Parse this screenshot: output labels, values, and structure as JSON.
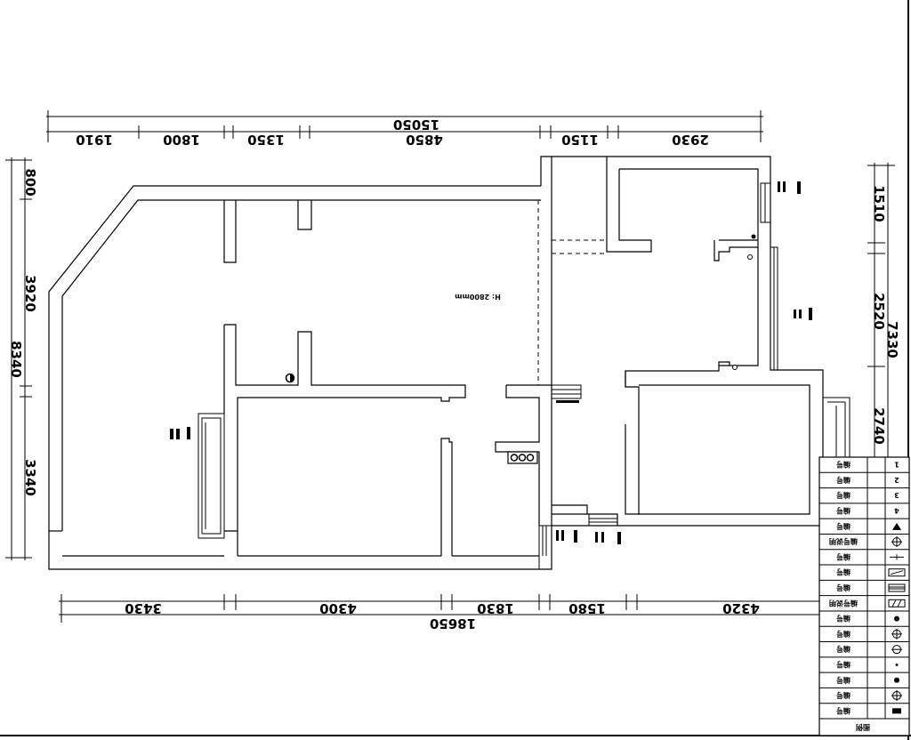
{
  "dimensions": {
    "top_total": "15050",
    "top_segments": [
      "1910",
      "1800",
      "1350",
      "4850",
      "1150",
      "2930"
    ],
    "bottom_total": "18650",
    "bottom_segments": [
      "3430",
      "4300",
      "1830",
      "1580",
      "4320"
    ],
    "left_total": "8340",
    "left_segments": [
      "800",
      "3920",
      "3340"
    ],
    "right_total": "7330",
    "right_segments": [
      "1510",
      "2520",
      "2740"
    ]
  },
  "annotations": {
    "ceiling_height": "H: 2800mm"
  },
  "legend": {
    "title": "图例",
    "rows": [
      {
        "symbol": "1",
        "label": "编号"
      },
      {
        "symbol": "2",
        "label": "编号"
      },
      {
        "symbol": "3",
        "label": "编号"
      },
      {
        "symbol": "4",
        "label": "编号"
      },
      {
        "symbol": "triangle",
        "label": "编号"
      },
      {
        "symbol": "box-circle",
        "label": "编号说明"
      },
      {
        "symbol": "cross-line",
        "label": "编号"
      },
      {
        "symbol": "slash-box",
        "label": "编号"
      },
      {
        "symbol": "double-box",
        "label": "编号"
      },
      {
        "symbol": "hatched-box",
        "label": "编号说明"
      },
      {
        "symbol": "dot",
        "label": "编号"
      },
      {
        "symbol": "circle-cross",
        "label": "编号"
      },
      {
        "symbol": "circle-dot",
        "label": "编号"
      },
      {
        "symbol": "small-dot",
        "label": "编号"
      },
      {
        "symbol": "dot-2",
        "label": "编号"
      },
      {
        "symbol": "target",
        "label": "编号"
      },
      {
        "symbol": "header",
        "label": "编号"
      }
    ]
  }
}
